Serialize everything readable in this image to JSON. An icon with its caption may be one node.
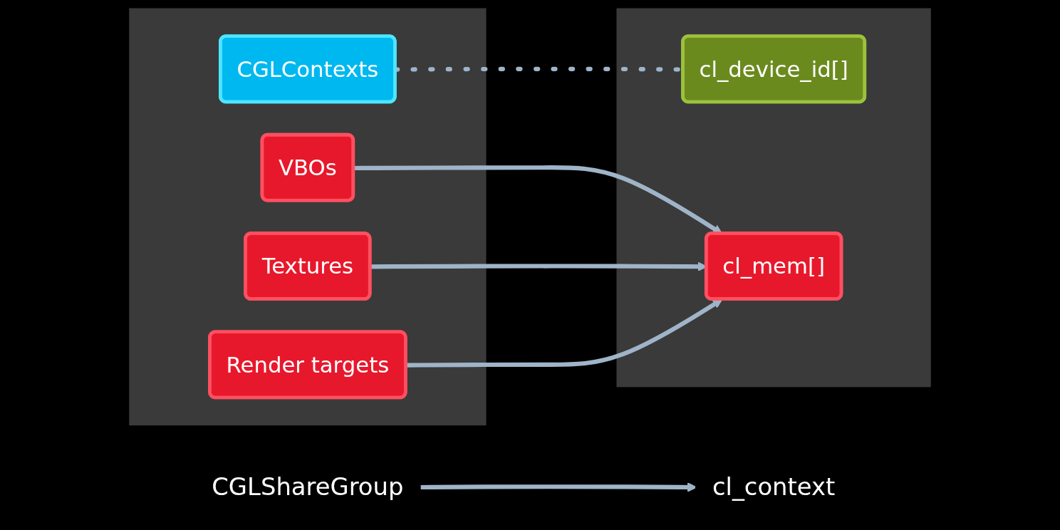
{
  "diagram": {
    "nodes": [
      {
        "text": [
          "CGLShareGroup"
        ]
      },
      {
        "text": [
          "cl_context"
        ]
      },
      {
        "text": [],
        "shape": "box"
      },
      {
        "text": [
          "CGLContexts"
        ],
        "in": 2
      },
      {
        "text": [
          "VBOs"
        ],
        "in": 2
      },
      {
        "text": [
          "Textures"
        ],
        "in": 2
      },
      {
        "text": [
          "Render targets"
        ],
        "in": 2
      },
      {
        "text": [],
        "shape": "box"
      },
      {
        "text": [
          "cl_device_id[]"
        ],
        "in": 7
      },
      {
        "text": [
          "cl_mem[]"
        ],
        "in": 7
      }
    ],
    "edges": [
      {
        "from": 0,
        "to": 1,
        "arrow": "to"
      },
      {
        "from": 3,
        "to": 8,
        "arrow": "none",
        "style": "dashed"
      },
      {
        "from": 4,
        "to": 9,
        "arrow": "to"
      },
      {
        "from": 5,
        "to": 9,
        "arrow": "to"
      },
      {
        "from": 6,
        "to": 9,
        "arrow": "to"
      }
    ]
  }
}
